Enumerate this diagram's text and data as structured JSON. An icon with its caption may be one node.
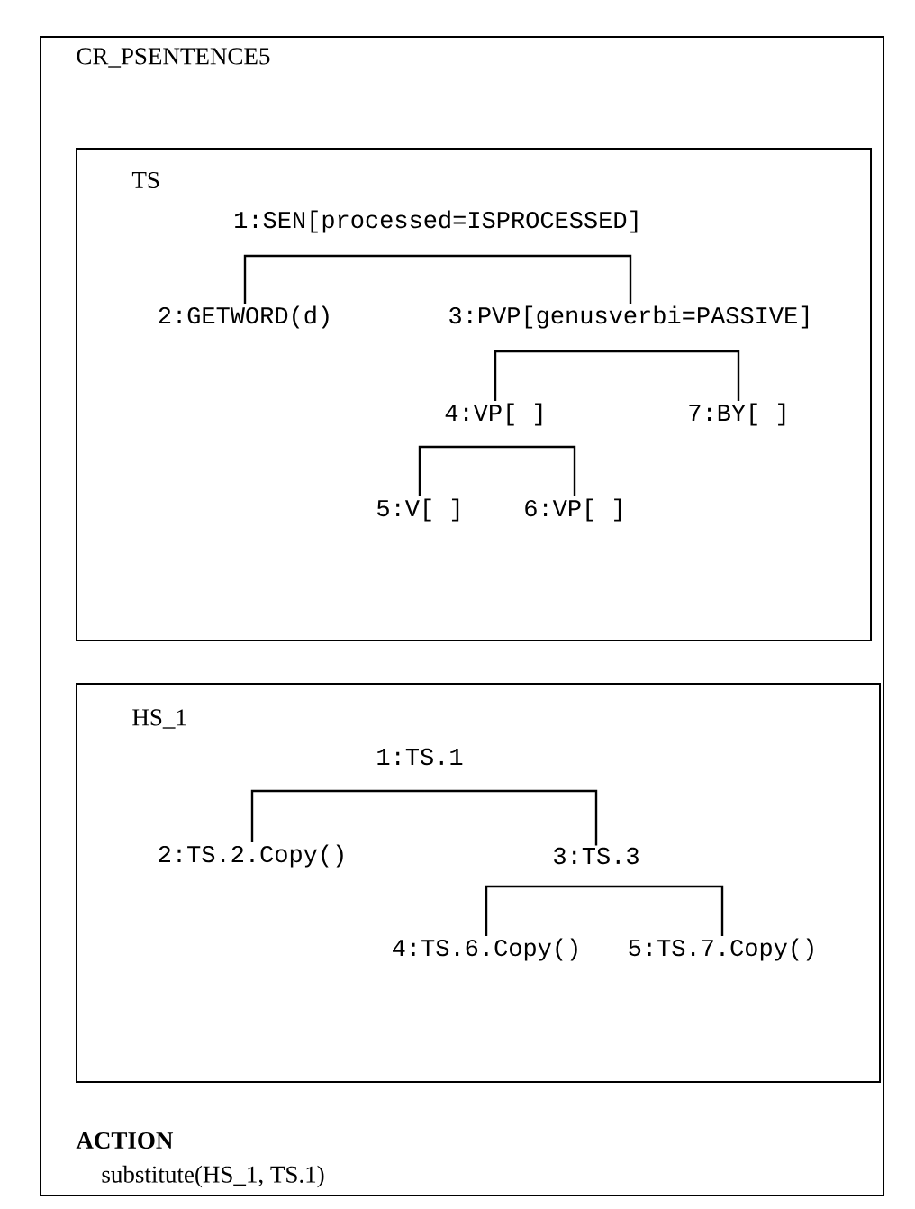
{
  "diagram": {
    "nodes": [
      {
        "text": [
          "CR_PSENTENCE5",
          "ACTION",
          "substitute(HS_1, TS.1)"
        ]
      },
      {
        "text": [
          "TS"
        ],
        "in": 0
      },
      {
        "text": [
          "1:SEN[processed=ISPROCESSED]"
        ],
        "in": 1
      },
      {
        "text": [
          "2:GETWORD(d)"
        ],
        "in": 1
      },
      {
        "text": [
          "3:PVP[genusverbi=PASSIVE]"
        ],
        "in": 1
      },
      {
        "text": [
          "4:VP[ ]"
        ],
        "in": 1
      },
      {
        "text": [
          "7:BY[ ]"
        ],
        "in": 1
      },
      {
        "text": [
          "5:V[ ]"
        ],
        "in": 1
      },
      {
        "text": [
          "6:VP[ ]"
        ],
        "in": 1
      },
      {
        "text": [
          "HS_1"
        ],
        "in": 0
      },
      {
        "text": [
          "1:TS.1"
        ],
        "in": 9
      },
      {
        "text": [
          "2:TS.2.Copy()"
        ],
        "in": 9
      },
      {
        "text": [
          "3:TS.3"
        ],
        "in": 9
      },
      {
        "text": [
          "4:TS.6.Copy()"
        ],
        "in": 9
      },
      {
        "text": [
          "5:TS.7.Copy()"
        ],
        "in": 9
      }
    ],
    "edges": [
      {
        "from": 2,
        "to": 3,
        "arrow": "none"
      },
      {
        "from": 2,
        "to": 4,
        "arrow": "none"
      },
      {
        "from": 4,
        "to": 5,
        "arrow": "none"
      },
      {
        "from": 4,
        "to": 6,
        "arrow": "none"
      },
      {
        "from": 5,
        "to": 7,
        "arrow": "none"
      },
      {
        "from": 5,
        "to": 8,
        "arrow": "none"
      },
      {
        "from": 10,
        "to": 11,
        "arrow": "none"
      },
      {
        "from": 10,
        "to": 12,
        "arrow": "none"
      },
      {
        "from": 12,
        "to": 13,
        "arrow": "none"
      },
      {
        "from": 12,
        "to": 14,
        "arrow": "none"
      }
    ]
  }
}
